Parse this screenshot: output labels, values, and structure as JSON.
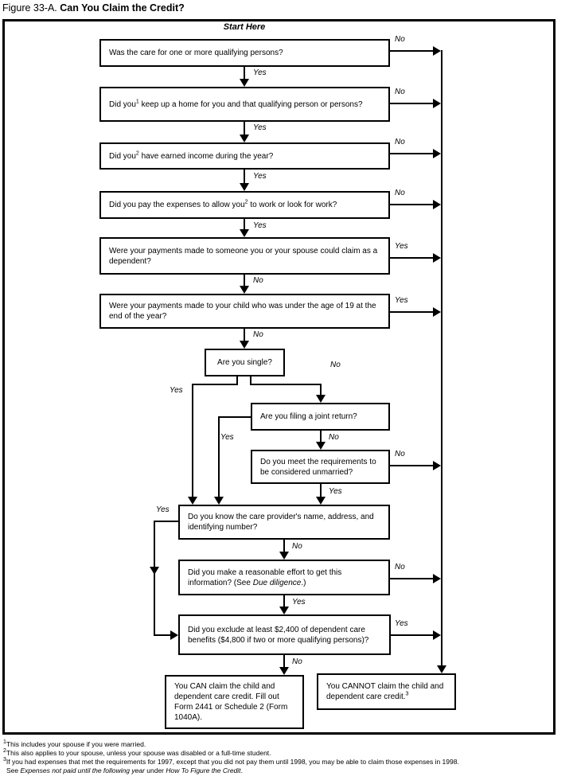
{
  "figure": {
    "title_prefix": "Figure 33-A.",
    "title_bold": "Can You Claim the Credit?",
    "start_label": "Start Here"
  },
  "labels": {
    "yes": "Yes",
    "no": "No"
  },
  "boxes": {
    "q1": {
      "text": "Was the care for one or more qualifying persons?"
    },
    "q2": {
      "pre": "Did you",
      "sup": "1",
      "post": " keep up a home for you and that qualifying person or persons?"
    },
    "q3": {
      "pre": "Did you",
      "sup": "2",
      "post": " have earned income during the year?"
    },
    "q4": {
      "pre": "Did you pay the expenses to allow you",
      "sup": "2",
      "post": " to work or look for work?"
    },
    "q5": {
      "text": "Were your payments made to someone you or your spouse could claim as a dependent?"
    },
    "q6": {
      "text": "Were your payments made to your child who was under the age of 19 at the end of the year?"
    },
    "q7": {
      "text": "Are you single?"
    },
    "q8": {
      "text": "Are you filing a joint return?"
    },
    "q9": {
      "text": "Do you meet the requirements to be considered unmarried?"
    },
    "q10": {
      "text": "Do you know the care provider's name, address, and identifying number?"
    },
    "q11": {
      "pre": "Did you make a reasonable effort to get this information? (See ",
      "italic": "Due diligence",
      "post": ".)"
    },
    "q12": {
      "text": "Did you exclude at least $2,400 of dependent care benefits ($4,800 if two or more qualifying persons)?"
    },
    "can": {
      "text": "You CAN claim the child and dependent care credit. Fill out Form 2441 or Schedule 2 (Form 1040A)."
    },
    "cannot": {
      "text": "You CANNOT claim the child and dependent care credit.",
      "sup": "3"
    }
  },
  "footnotes": {
    "f1": {
      "sup": "1",
      "text": "This includes your spouse if you were married."
    },
    "f2": {
      "sup": "2",
      "text": "This also applies to your spouse, unless your spouse was disabled or a full-time student."
    },
    "f3": {
      "sup": "3",
      "text": "If you had expenses that met the requirements for 1997, except that you did not pay them until 1998, you may be able to claim those expenses in 1998."
    },
    "f4": {
      "pre": "See ",
      "i1": "Expenses not paid until the following year",
      "mid": " under ",
      "i2": "How To Figure the Credit",
      "post": "."
    }
  }
}
